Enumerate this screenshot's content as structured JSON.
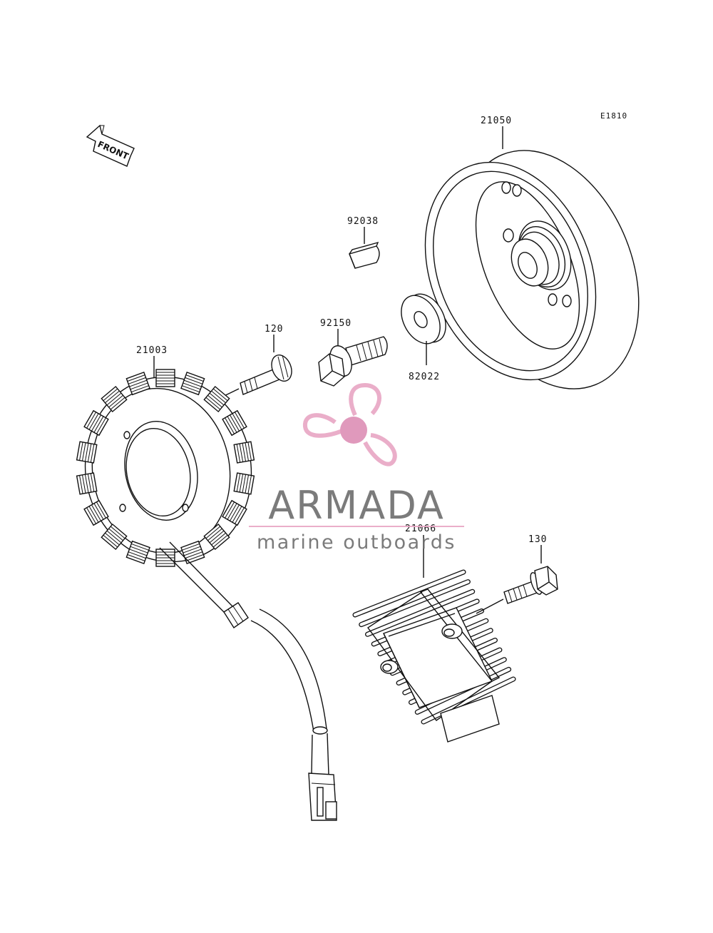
{
  "diagram": {
    "code": "E1810",
    "front_label": "FRONT",
    "parts": [
      {
        "number": "21050"
      },
      {
        "number": "92038"
      },
      {
        "number": "120"
      },
      {
        "number": "92150"
      },
      {
        "number": "82022"
      },
      {
        "number": "21003"
      },
      {
        "number": "21066"
      },
      {
        "number": "130"
      }
    ]
  },
  "watermark": {
    "brand": "ARMADA",
    "tagline": "marine outboards",
    "colors": {
      "text": "#6d6d6d",
      "logo": "#e8a6c4",
      "logo_center": "#dd8fb5",
      "rule": "#e8a6c4"
    }
  }
}
